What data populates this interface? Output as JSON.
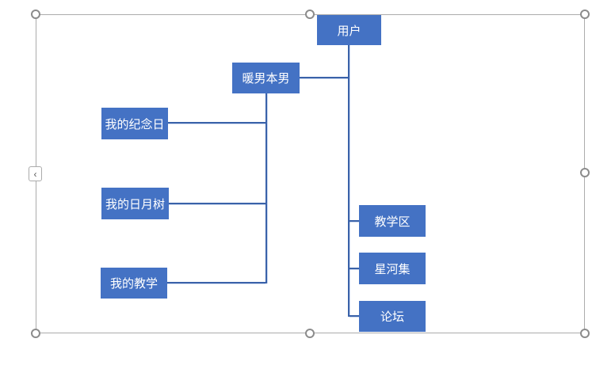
{
  "diagram": {
    "type": "org-chart",
    "nodes": [
      {
        "id": "user",
        "label": "用户"
      },
      {
        "id": "nuannan",
        "label": "暖男本男"
      },
      {
        "id": "jinianri",
        "label": "我的纪念日"
      },
      {
        "id": "riyueshu",
        "label": "我的日月树"
      },
      {
        "id": "jiaoxue",
        "label": "我的教学"
      },
      {
        "id": "jiaoxuequ",
        "label": "教学区"
      },
      {
        "id": "xingheji",
        "label": "星河集"
      },
      {
        "id": "luntan",
        "label": "论坛"
      }
    ],
    "edges": [
      {
        "from": "用户",
        "to": "暖男本男"
      },
      {
        "from": "用户",
        "to": "教学区"
      },
      {
        "from": "用户",
        "to": "星河集"
      },
      {
        "from": "用户",
        "to": "论坛"
      },
      {
        "from": "暖男本男",
        "to": "我的纪念日"
      },
      {
        "from": "暖男本男",
        "to": "我的日月树"
      },
      {
        "from": "暖男本男",
        "to": "我的教学"
      }
    ]
  },
  "selection": {
    "handle_count": 7,
    "handle_positions": [
      "top-left",
      "top-center",
      "top-right",
      "middle-right",
      "bottom-right",
      "bottom-center",
      "bottom-left"
    ]
  },
  "text_pane_toggle": {
    "glyph": "‹"
  },
  "colors": {
    "node_fill": "#4472C4",
    "node_text": "#FFFFFF",
    "connector": "#3A62A9",
    "frame_border": "#ACACAC",
    "handle_ring": "#8C8C8C",
    "canvas_background": "#FFFFFF"
  }
}
